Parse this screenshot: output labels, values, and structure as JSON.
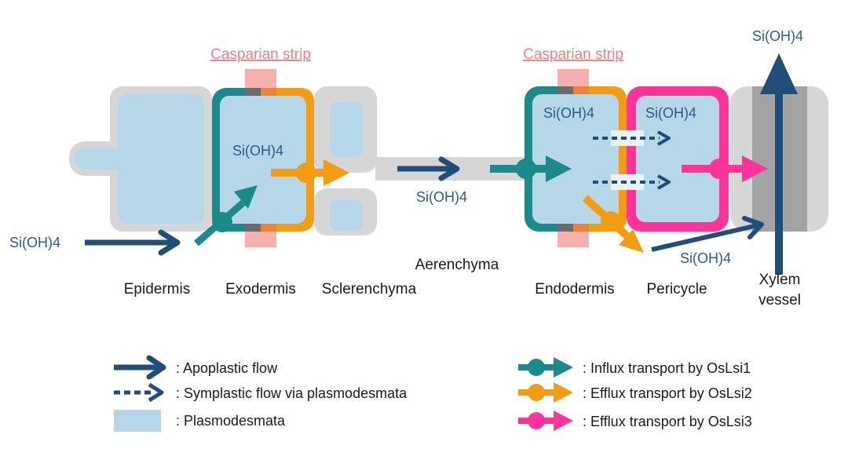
{
  "labels": {
    "casparian_left": "Casparian strip",
    "casparian_right": "Casparian strip",
    "si_input": "Si(OH)4",
    "si_exodermis": "Si(OH)4",
    "si_aerenchyma": "Si(OH)4",
    "si_endodermis": "Si(OH)4",
    "si_pericycle": "Si(OH)4",
    "si_apoplast_xylem": "Si(OH)4",
    "si_top": "Si(OH)4"
  },
  "tissues": {
    "epidermis": "Epidermis",
    "exodermis": "Exodermis",
    "sclerenchyma": "Sclerenchyma",
    "aerenchyma": "Aerenchyma",
    "endodermis": "Endodermis",
    "pericycle": "Pericycle",
    "xylem_line1": "Xylem",
    "xylem_line2": "vessel"
  },
  "legend": {
    "apoplastic": ": Apoplastic  flow",
    "symplastic": ": Symplastic flow via plasmodesmata",
    "plasmodesmata": ": Plasmodesmata",
    "influx": ": Influx transport by OsLsi1",
    "efflux_lsi2": ": Efflux transport by OsLsi2",
    "efflux_lsi3": ": Efflux transport by OsLsi3"
  },
  "colors": {
    "apoplastic_arrow": "#1f4e79",
    "lsi1": "#1a8a8a",
    "lsi2": "#f39c12",
    "lsi3": "#ff3399",
    "casparian": "#f7a8a8",
    "cell_fill": "#b5d7e8",
    "cell_wall": "#d6d6d6",
    "text": "#1a1a1a",
    "si_text": "#2e5a8a"
  }
}
